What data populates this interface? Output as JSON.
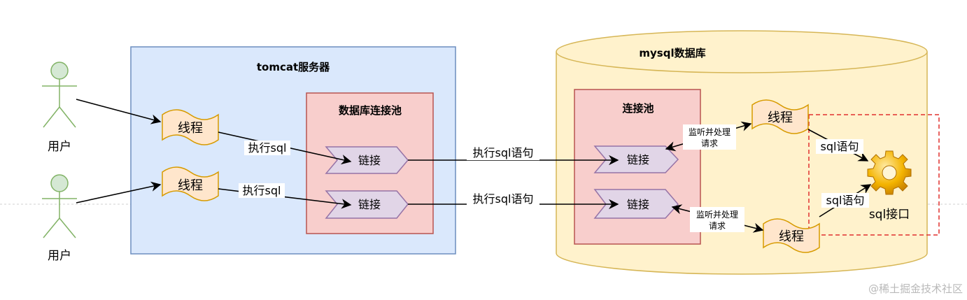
{
  "users": [
    "用户",
    "用户"
  ],
  "tomcat": {
    "title": "tomcat服务器",
    "pool_title": "数据库连接池"
  },
  "mysql": {
    "title": "mysql数据库",
    "pool_title": "连接池"
  },
  "labels": {
    "thread": "线程",
    "connection": "链接",
    "exec_sql": "执行sql",
    "exec_sql_stmt": "执行sql语句",
    "listen_line1": "监听并处理",
    "listen_line2": "请求",
    "sql_stmt": "sql语句",
    "sql_interface": "sql接口"
  },
  "watermark": "@稀土掘金技术社区",
  "colors": {
    "tomcat_fill": "#dae8fc",
    "tomcat_stroke": "#6c8ebf",
    "pool_fill": "#f8cecc",
    "pool_stroke": "#b85450",
    "db_fill": "#fff2cc",
    "db_stroke": "#d6b656",
    "thread_fill": "#ffe6cc",
    "thread_stroke": "#d79b00",
    "link_fill": "#e1d5e7",
    "link_stroke": "#9673a6",
    "user_fill": "#d5e8d4",
    "user_stroke": "#82b366",
    "dashed": "#e0302f"
  }
}
